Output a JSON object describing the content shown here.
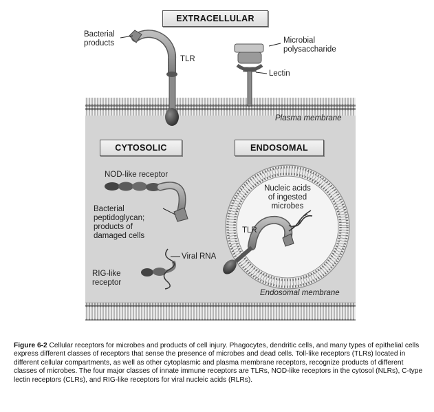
{
  "diagram": {
    "header_extracellular": "EXTRACELLULAR",
    "header_cytosolic": "CYTOSOLIC",
    "header_endosomal": "ENDOSOMAL",
    "bacterial_products": "Bacterial\nproducts",
    "tlr_top": "TLR",
    "microbial_polysaccharide": "Microbial\npolysaccharide",
    "lectin": "Lectin",
    "plasma_membrane": "Plasma membrane",
    "nod_like_receptor": "NOD-like receptor",
    "bacterial_peptidoglycan": "Bacterial\npeptidoglycan;\nproducts of\ndamaged cells",
    "viral_rna": "Viral RNA",
    "rig_like_receptor": "RIG-like\nreceptor",
    "nucleic_acids": "Nucleic acids\nof ingested\nmicrobes",
    "tlr_endosomal": "TLR",
    "endosomal_membrane": "Endosomal membrane"
  },
  "caption": {
    "figure_label": "Figure 6-2",
    "text": " Cellular receptors for microbes and products of cell injury. Phagocytes, dendritic cells, and many types of epithelial cells express different classes of receptors that sense the presence of microbes and dead cells. Toll-like receptors (TLRs) located in different cellular compartments, as well as other cytoplasmic and plasma membrane receptors, recognize products of different classes of microbes. The four major classes of innate immune receptors are TLRs, NOD-like receptors in the cytosol (NLRs), C-type lectin receptors (CLRs), and RIG-like receptors for viral nucleic acids (RLRs)."
  },
  "colors": {
    "cytosol": "#d4d4d4",
    "membrane": "#8a8a8a",
    "receptor": "#9a9a9a",
    "dark": "#4a4a4a"
  }
}
